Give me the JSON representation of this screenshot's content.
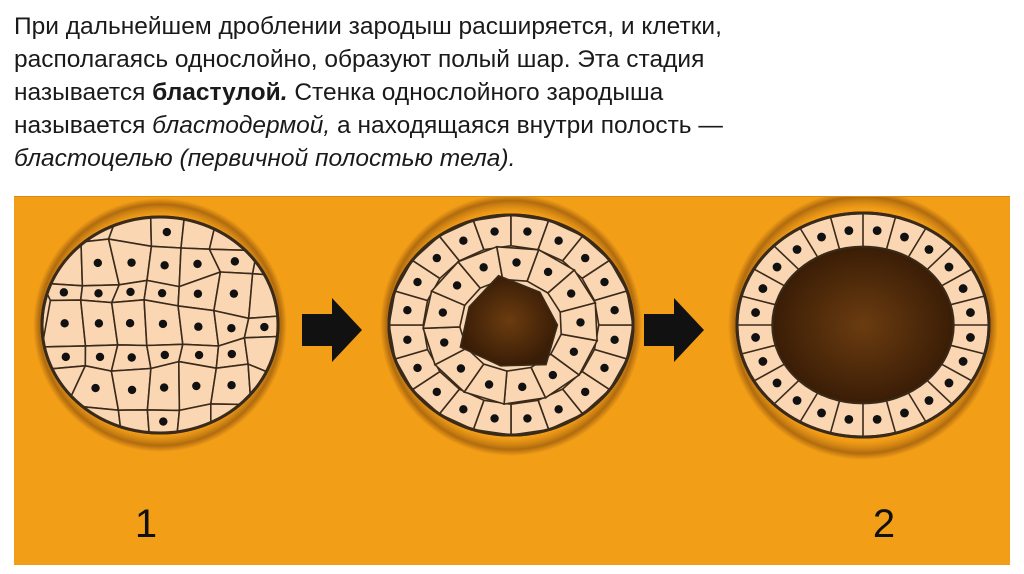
{
  "paragraph": {
    "l1": "При дальнейшем дроблении  зародыш расширяется, и клетки,",
    "l2": "располагаясь однослойно, образуют полый шар. Эта стадия",
    "l3_a": "называется ",
    "l3_b": "бластулой",
    "l3_c": ".",
    "l3_d": " Стенка однослойного зародыша",
    "l4_a": "называется ",
    "l4_b": "бластодермой,",
    "l4_c": " а находящаяся внутри полость —",
    "l5": " бластоцелью (первичной полостью тела)."
  },
  "figure": {
    "label_start": "1",
    "label_end": "2",
    "stages": [
      "morula",
      "early-blastula",
      "blastula"
    ],
    "colors": {
      "background": "#f39e17",
      "cell_fill": "#fad6b3",
      "cell_stroke": "#3a2a1a",
      "nucleus": "#111111",
      "cavity": "#4e2c0c",
      "arrow": "#111111"
    }
  }
}
